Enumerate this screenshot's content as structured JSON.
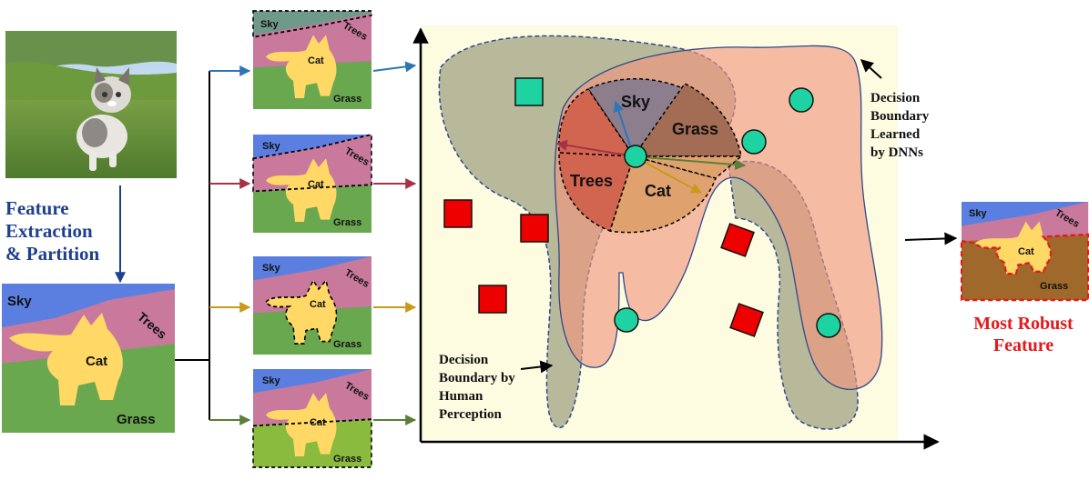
{
  "left_caption": [
    "Feature",
    "Extraction",
    "& Partition"
  ],
  "segments": {
    "sky": "Sky",
    "trees": "Trees",
    "cat": "Cat",
    "grass": "Grass"
  },
  "wedges": {
    "sky": "Sky",
    "grass": "Grass",
    "trees": "Trees",
    "cat": "Cat"
  },
  "dnn_boundary_label": [
    "Decision",
    "Boundary",
    "Learned",
    "by DNNs"
  ],
  "human_boundary_label": [
    "Decision",
    "Boundary by",
    "Human",
    "Perception"
  ],
  "result_label": [
    "Most Robust",
    "Feature"
  ],
  "colors": {
    "sky": "#5b7fe0",
    "trees": "#c8799c",
    "cat": "#ffd866",
    "grass": "#6aa84f",
    "plot_bg": "#fdfbe0",
    "arrow_sky": "#2e75b6",
    "arrow_trees": "#a63246",
    "arrow_cat": "#c99a1a",
    "arrow_grass": "#5b7f3a",
    "robust": "#e31a1c",
    "class_circle": "#1ed3a2",
    "class_square": "#ee0000"
  }
}
